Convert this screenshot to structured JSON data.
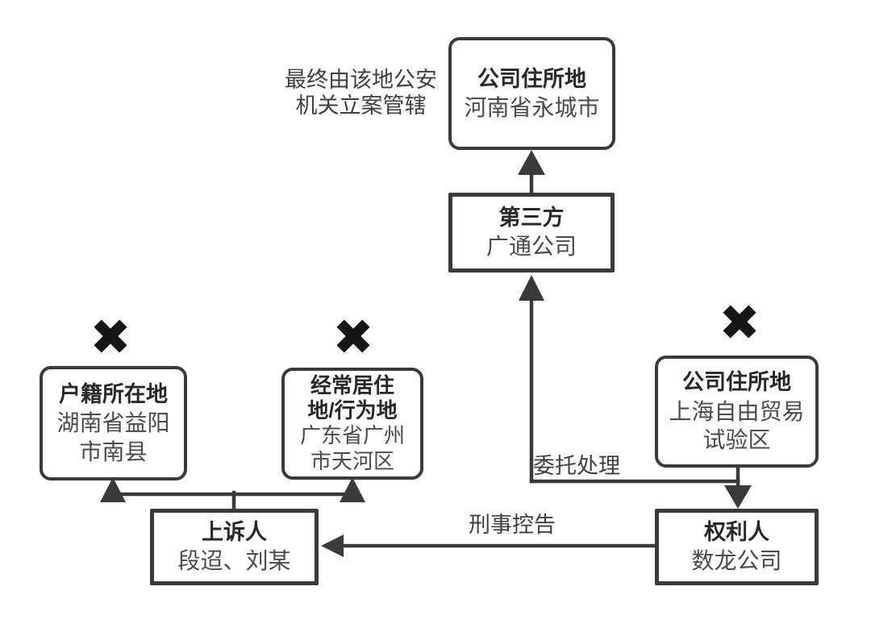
{
  "diagram": {
    "annotation": {
      "lines": [
        "最终由该地公安",
        "机关立案管辖"
      ]
    },
    "nodes": {
      "henan": {
        "title_lines": [
          "公司住所地"
        ],
        "subtitle_lines": [
          "河南省永城市"
        ]
      },
      "third_party": {
        "title_lines": [
          "第三方"
        ],
        "subtitle_lines": [
          "广通公司"
        ]
      },
      "hukou": {
        "title_lines": [
          "户籍所在地"
        ],
        "subtitle_lines": [
          "湖南省益阳",
          "市南县"
        ]
      },
      "habitual": {
        "title_lines": [
          "经常居住",
          "地/行为地"
        ],
        "subtitle_lines": [
          "广东省广州",
          "市天河区"
        ]
      },
      "shanghai": {
        "title_lines": [
          "公司住所地"
        ],
        "subtitle_lines": [
          "上海自由贸易",
          "试验区"
        ]
      },
      "appellant": {
        "title_lines": [
          "上诉人"
        ],
        "subtitle_lines": [
          "段迢、刘某"
        ]
      },
      "rights_holder": {
        "title_lines": [
          "权利人"
        ],
        "subtitle_lines": [
          "数龙公司"
        ]
      }
    },
    "edge_labels": {
      "entrust": "委托处理",
      "criminal_complaint": "刑事控告"
    },
    "icons": {
      "cross": "heavy-x-mark"
    },
    "colors": {
      "line": "#3a3a3a",
      "cross": "#161616",
      "title_text": "#282828",
      "subtitle_text": "#4a4a4a"
    }
  }
}
